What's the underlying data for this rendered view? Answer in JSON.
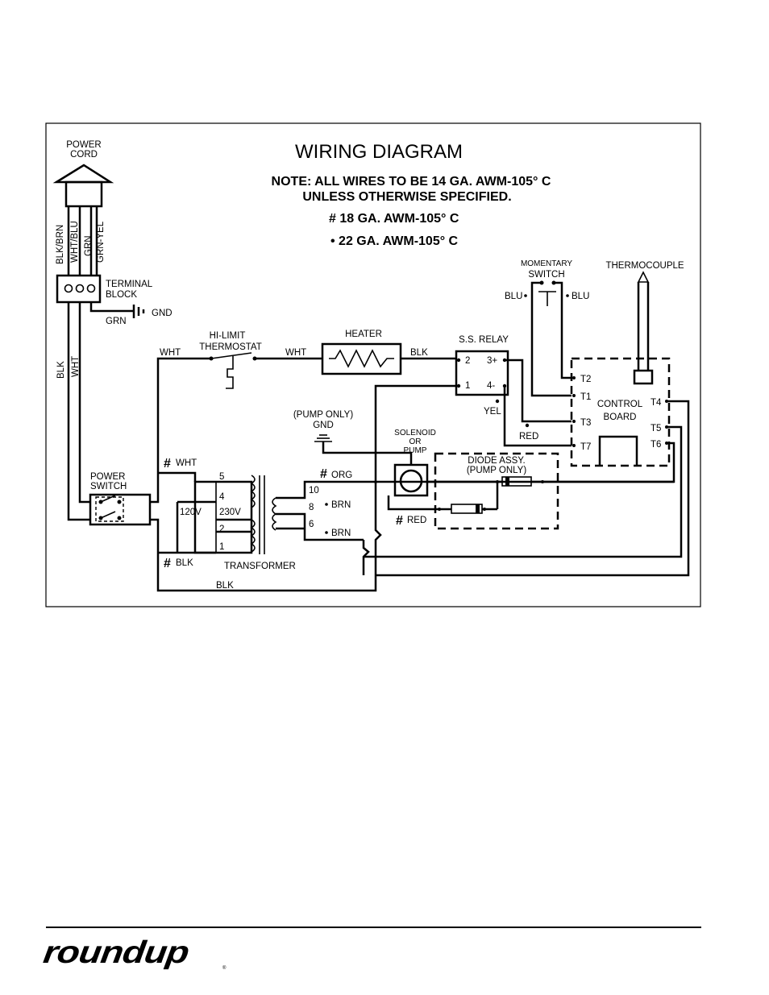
{
  "diagram": {
    "title": "WIRING DIAGRAM",
    "notes": {
      "line1": "NOTE: ALL WIRES TO BE 14 GA. AWM-105° C",
      "line2": "UNLESS OTHERWISE SPECIFIED.",
      "line3": "# 18 GA. AWM-105° C",
      "line4": "• 22 GA. AWM-105° C"
    },
    "power_cord": {
      "line1": "POWER",
      "line2": "CORD"
    },
    "cord_wires": [
      "BLK/BRN",
      "WHT/BLU",
      "GRN",
      "GRN-YEL"
    ],
    "terminal_block": {
      "line1": "TERMINAL",
      "line2": "BLOCK"
    },
    "ground": {
      "grn": "GRN",
      "gnd": "GND"
    },
    "main_wires": {
      "blk": "BLK",
      "wht": "WHT"
    },
    "power_switch": {
      "line1": "POWER",
      "line2": "SWITCH"
    },
    "hi_limit": {
      "line1": "HI-LIMIT",
      "line2": "THERMOSTAT"
    },
    "heater": {
      "label": "HEATER"
    },
    "ss_relay": {
      "label": "S.S. RELAY",
      "t2": "2",
      "t3": "3+",
      "t1": "1",
      "t4": "4-"
    },
    "momentary_switch": {
      "line1": "MOMENTARY",
      "line2": "SWITCH",
      "left": "BLU",
      "right": "BLU"
    },
    "thermocouple": {
      "label": "THERMOCOUPLE"
    },
    "control_board": {
      "line1": "CONTROL",
      "line2": "BOARD",
      "terminals": [
        "T2",
        "T1",
        "T3",
        "T7",
        "T4",
        "T5",
        "T6"
      ]
    },
    "wire_labels": {
      "wht_left": "WHT",
      "wht_mid": "WHT",
      "blk_heater": "BLK",
      "yel": "YEL",
      "red": "RED",
      "wht_18": "WHT",
      "blk_18": "BLK",
      "blk_bottom": "BLK",
      "org_18": "ORG",
      "red_18": "RED",
      "brn_1": "BRN",
      "brn_2": "BRN"
    },
    "pump_gnd": {
      "line1": "(PUMP ONLY)",
      "line2": "GND"
    },
    "solenoid": {
      "line1": "SOLENOID",
      "line2": "OR",
      "line3": "PUMP"
    },
    "diode": {
      "line1": "DIODE ASSY.",
      "line2": "(PUMP ONLY)"
    },
    "transformer": {
      "label": "TRANSFORMER",
      "pins": [
        "5",
        "4",
        "2",
        "1",
        "10",
        "8",
        "6"
      ],
      "v120": "120V",
      "v230": "230V"
    }
  },
  "footer": {
    "brand": "roundup",
    "mark": "®"
  }
}
